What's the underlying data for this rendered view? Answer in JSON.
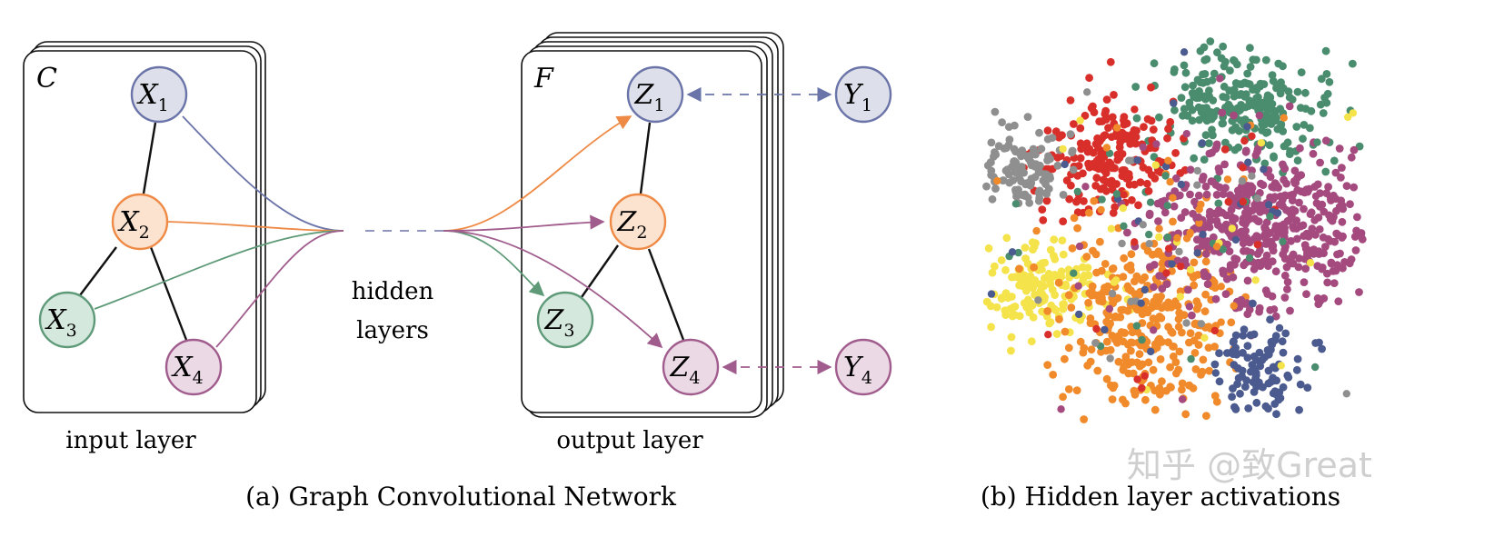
{
  "panel_a": {
    "caption": "(a) Graph Convolutional Network",
    "input_channel_letter": "C",
    "output_channel_letter": "F",
    "hidden_label_line1": "hidden",
    "hidden_label_line2": "layers",
    "input_layer_label": "input layer",
    "output_layer_label": "output layer",
    "input_nodes": [
      {
        "base": "X",
        "sub": "1"
      },
      {
        "base": "X",
        "sub": "2"
      },
      {
        "base": "X",
        "sub": "3"
      },
      {
        "base": "X",
        "sub": "4"
      }
    ],
    "output_nodes": [
      {
        "base": "Z",
        "sub": "1"
      },
      {
        "base": "Z",
        "sub": "2"
      },
      {
        "base": "Z",
        "sub": "3"
      },
      {
        "base": "Z",
        "sub": "4"
      }
    ],
    "label_nodes": [
      {
        "base": "Y",
        "sub": "1"
      },
      {
        "base": "Y",
        "sub": "4"
      }
    ]
  },
  "panel_b": {
    "caption": "(b) Hidden layer activations",
    "cluster_colors": [
      "#4a8c6e",
      "#d92f2a",
      "#8f8f8f",
      "#f4e34a",
      "#f08a2b",
      "#a44a7e",
      "#4b5a8f"
    ]
  },
  "watermark": "知乎 @致Great",
  "colors": {
    "node1_fill": "#dde0ea",
    "node1_stroke": "#6b74a8",
    "node2_fill": "#fbe3cf",
    "node2_stroke": "#ee8a45",
    "node3_fill": "#d5e8de",
    "node3_stroke": "#5f9a78",
    "node4_fill": "#ecd9e6",
    "node4_stroke": "#a05c8c"
  }
}
